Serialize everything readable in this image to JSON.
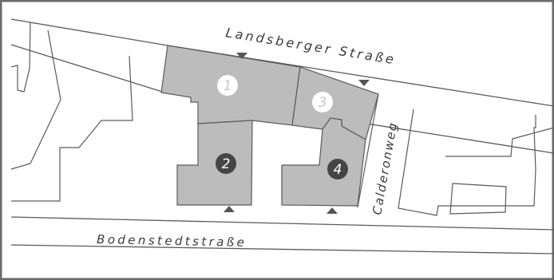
{
  "streets": {
    "landsberger": "Landsberger Straße",
    "calderonweg": "Calderonweg",
    "bodenstedt": "Bodenstedtstraße"
  },
  "plots": [
    {
      "number": "1",
      "style": "light"
    },
    {
      "number": "2",
      "style": "dark"
    },
    {
      "number": "3",
      "style": "light"
    },
    {
      "number": "4",
      "style": "dark"
    }
  ],
  "colors": {
    "plot_fill": "#bcbcbc",
    "line": "#5a5a5a",
    "badge_dark": "#454545",
    "badge_light": "#ffffff",
    "badge_light_text": "#c8c8c8",
    "badge_dark_text": "#ffffff",
    "arrow": "#555555"
  }
}
